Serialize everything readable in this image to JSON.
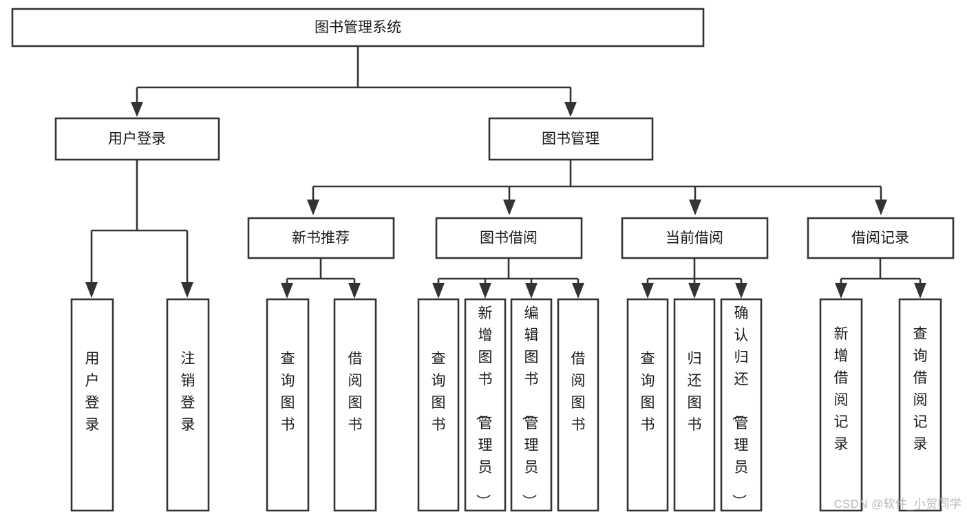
{
  "diagram": {
    "title": "图书管理系统",
    "type": "hierarchy-tree",
    "watermark": "CSDN @软件_小贺同学",
    "colors": {
      "stroke": "#333333",
      "fill": "#ffffff",
      "text": "#1a1a1a",
      "watermark": "#b9b9b9"
    },
    "levels": {
      "level0": [
        "图书管理系统"
      ],
      "level1": [
        "用户登录",
        "图书管理"
      ],
      "level2": [
        "新书推荐",
        "图书借阅",
        "当前借阅",
        "借阅记录"
      ],
      "level3": [
        "用户登录",
        "注销登录",
        "查询图书",
        "借阅图书",
        "查询图书",
        "新增图书（管理员）",
        "编辑图书（管理员）",
        "借阅图书",
        "查询图书",
        "归还图书",
        "确认归还（管理员）",
        "新增借阅记录",
        "查询借阅记录"
      ]
    },
    "nodes": {
      "root": {
        "label": "图书管理系统"
      },
      "user_login": {
        "label": "用户登录"
      },
      "book_mgmt": {
        "label": "图书管理"
      },
      "new_book_rec": {
        "label": "新书推荐"
      },
      "book_borrow": {
        "label": "图书借阅"
      },
      "current_borrow": {
        "label": "当前借阅"
      },
      "borrow_record": {
        "label": "借阅记录"
      },
      "leaf_user_login": {
        "label": "用户登录"
      },
      "leaf_logout": {
        "label": "注销登录"
      },
      "leaf_query_book_1": {
        "label": "查询图书"
      },
      "leaf_borrow_book_1": {
        "label": "借阅图书"
      },
      "leaf_query_book_2": {
        "label": "查询图书"
      },
      "leaf_add_book_admin": {
        "label": "新增图书（管理员）"
      },
      "leaf_edit_book_admin": {
        "label": "编辑图书（管理员）"
      },
      "leaf_borrow_book_2": {
        "label": "借阅图书"
      },
      "leaf_query_book_3": {
        "label": "查询图书"
      },
      "leaf_return_book": {
        "label": "归还图书"
      },
      "leaf_confirm_return_admin": {
        "label": "确认归还（管理员）"
      },
      "leaf_add_borrow_record": {
        "label": "新增借阅记录"
      },
      "leaf_query_borrow_record": {
        "label": "查询借阅记录"
      }
    },
    "edges": [
      {
        "from": "root",
        "to": "用户登录"
      },
      {
        "from": "root",
        "to": "图书管理"
      },
      {
        "from": "用户登录",
        "to": "用户登录"
      },
      {
        "from": "用户登录",
        "to": "注销登录"
      },
      {
        "from": "图书管理",
        "to": "新书推荐"
      },
      {
        "from": "图书管理",
        "to": "图书借阅"
      },
      {
        "from": "图书管理",
        "to": "当前借阅"
      },
      {
        "from": "图书管理",
        "to": "借阅记录"
      },
      {
        "from": "新书推荐",
        "to": "查询图书"
      },
      {
        "from": "新书推荐",
        "to": "借阅图书"
      },
      {
        "from": "图书借阅",
        "to": "查询图书"
      },
      {
        "from": "图书借阅",
        "to": "新增图书（管理员）"
      },
      {
        "from": "图书借阅",
        "to": "编辑图书（管理员）"
      },
      {
        "from": "图书借阅",
        "to": "借阅图书"
      },
      {
        "from": "当前借阅",
        "to": "查询图书"
      },
      {
        "from": "当前借阅",
        "to": "归还图书"
      },
      {
        "from": "当前借阅",
        "to": "确认归还（管理员）"
      },
      {
        "from": "借阅记录",
        "to": "新增借阅记录"
      },
      {
        "from": "借阅记录",
        "to": "查询借阅记录"
      }
    ]
  }
}
